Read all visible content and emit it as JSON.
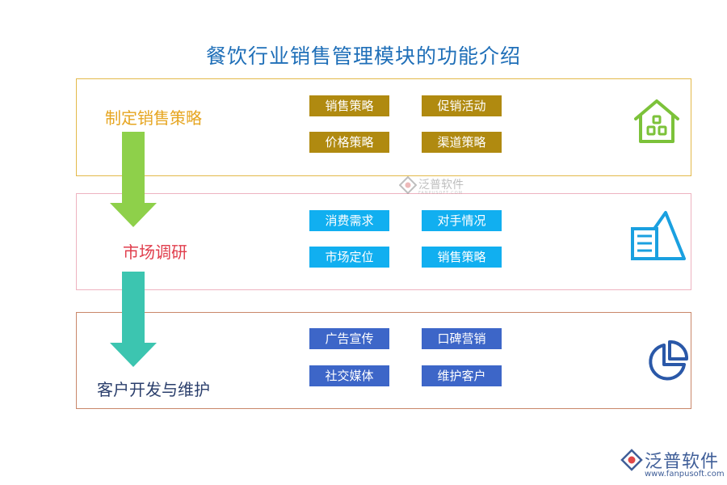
{
  "title": "餐饮行业销售管理模块的功能介绍",
  "stages": [
    {
      "label": "制定销售策略",
      "color": "#e6a520",
      "tags": [
        "销售策略",
        "促销活动",
        "价格策略",
        "渠道策略"
      ],
      "tag_color": "#b08a10",
      "icon": "house-icon"
    },
    {
      "label": "市场调研",
      "color": "#e03d4c",
      "tags": [
        "消费需求",
        "对手情况",
        "市场定位",
        "销售策略"
      ],
      "tag_color": "#11aff0",
      "icon": "document-triangle-icon"
    },
    {
      "label": "客户开发与维护",
      "color": "#2b3f6c",
      "tags": [
        "广告宣传",
        "口碑营销",
        "社交媒体",
        "维护客户"
      ],
      "tag_color": "#3d66c8",
      "icon": "pie-chart-icon"
    }
  ],
  "arrow_colors": [
    "#8ed04a",
    "#3cc5b0"
  ],
  "watermark": {
    "text": "泛普软件",
    "sub": "FANPUSOFT.COM"
  },
  "logo": {
    "name": "泛普软件",
    "url": "www.fanpusoft.com"
  }
}
